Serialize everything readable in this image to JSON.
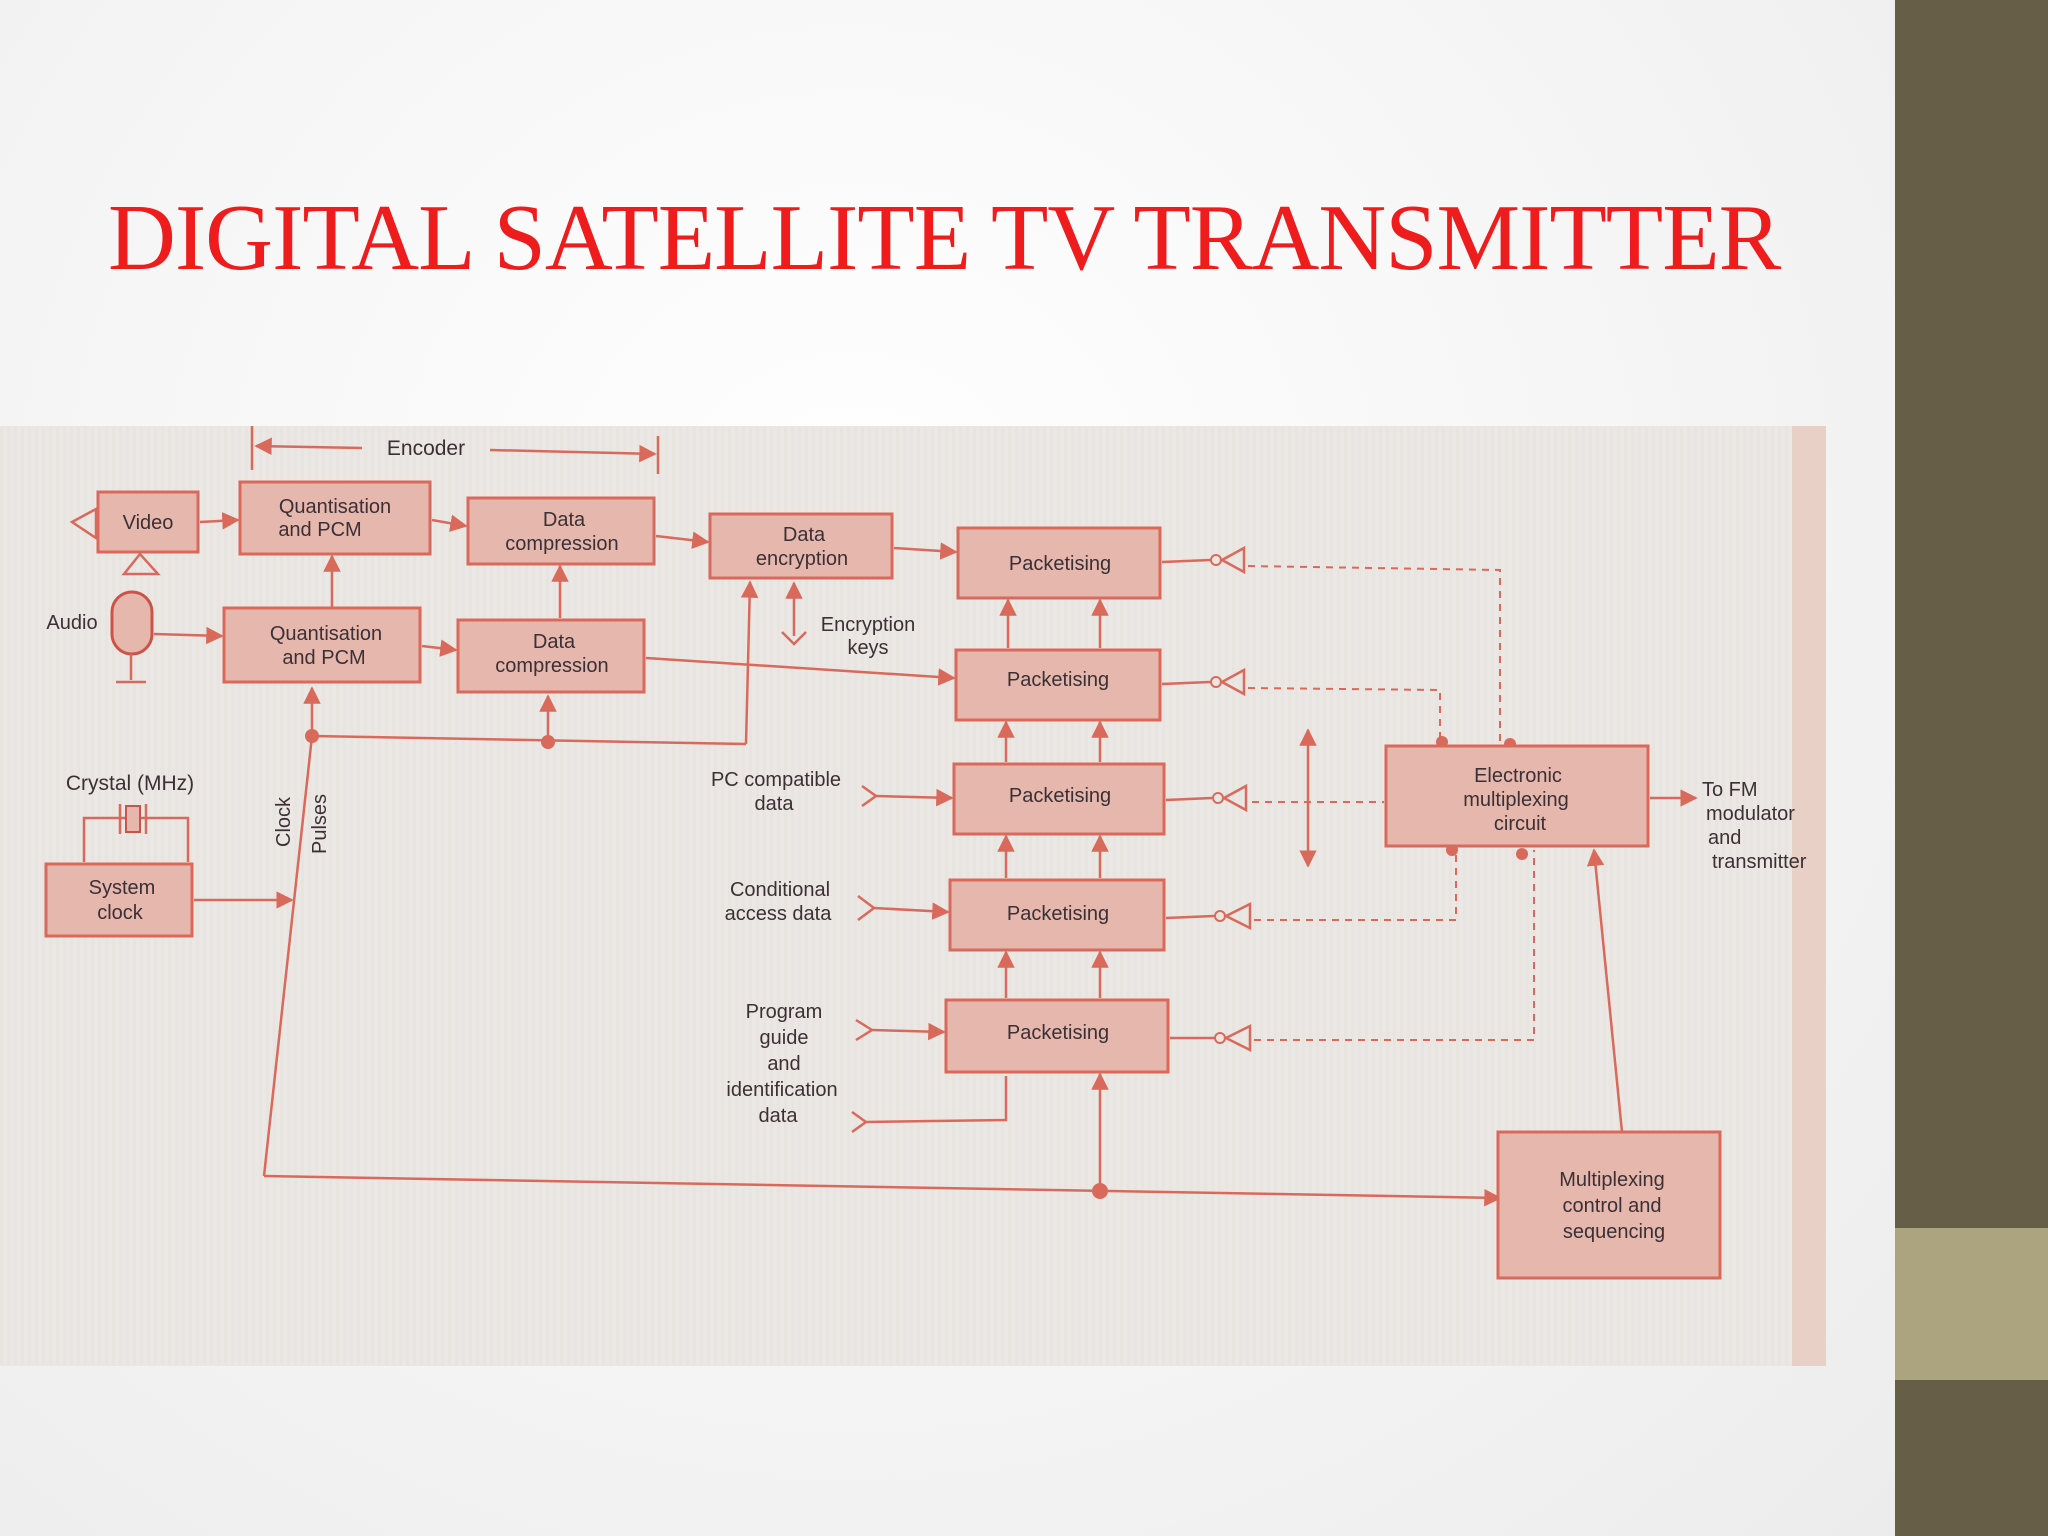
{
  "slide": {
    "title": "DIGITAL SATELLITE TV TRANSMITTER"
  },
  "diagram": {
    "encoder_label": "Encoder",
    "video": "Video",
    "audio": "Audio",
    "quant_video": [
      "Quantisation",
      "and PCM"
    ],
    "quant_audio": [
      "Quantisation",
      "and PCM"
    ],
    "compress_video": [
      "Data",
      "compression"
    ],
    "compress_audio": [
      "Data",
      "compression"
    ],
    "encryption": [
      "Data",
      "encryption"
    ],
    "encryption_keys": [
      "Encryption",
      "keys"
    ],
    "crystal": "Crystal (MHz)",
    "system_clock": [
      "System",
      "clock"
    ],
    "clock": "Clock",
    "pulses": "Pulses",
    "pc_data": [
      "PC compatible",
      "data"
    ],
    "conditional_access": [
      "Conditional",
      "access data"
    ],
    "program_guide": [
      "Program",
      "guide",
      "and",
      "identification",
      "data"
    ],
    "packetising": [
      "Packetising",
      "Packetising",
      "Packetising",
      "Packetising",
      "Packetising"
    ],
    "mux_circuit": [
      "Electronic",
      "multiplexing",
      "circuit"
    ],
    "to_fm": [
      "To FM",
      "modulator",
      "and",
      "transmitter"
    ],
    "mux_control": [
      "Multiplexing",
      "control and",
      "sequencing"
    ]
  },
  "colors": {
    "title": "#ee1c1c",
    "block_fill": "#e6b7ad",
    "line": "#d9695b",
    "side_band": "#675e48",
    "side_accent": "#aba47e"
  }
}
